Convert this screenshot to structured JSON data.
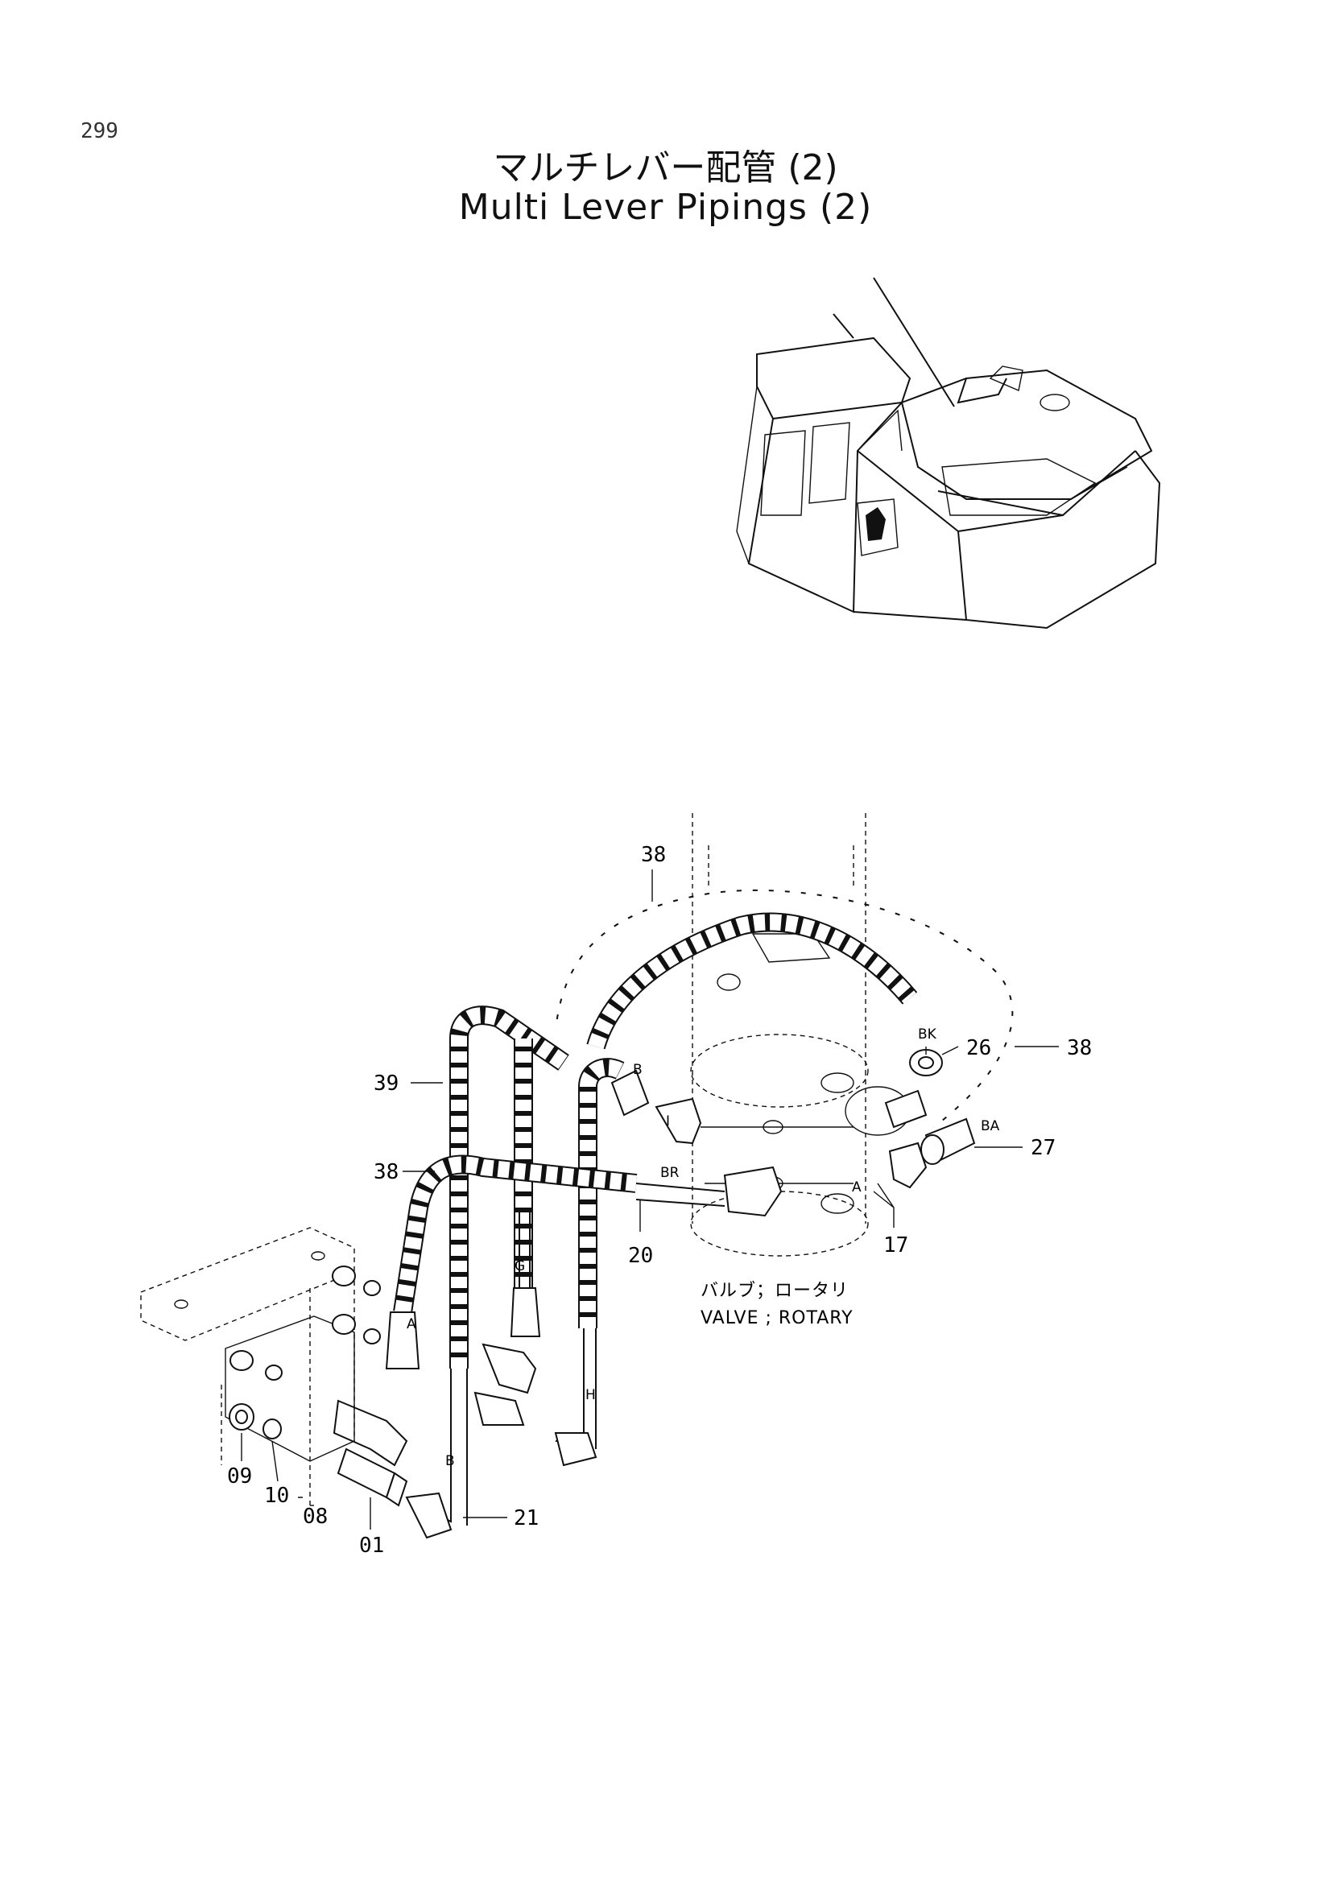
{
  "page_number": "299",
  "title_ja": "マルチレバー配管 (2)",
  "title_en": "Multi Lever Pipings (2)",
  "valve_label_ja": "バルブ；ロータリ",
  "valve_label_en": "VALVE ; ROTARY",
  "callouts": {
    "c38_top": "38",
    "c39": "39",
    "c38_left": "38",
    "c26": "26",
    "c38_right": "38",
    "c27": "27",
    "c20": "20",
    "c17": "17",
    "c09": "09",
    "c10": "10",
    "c08": "08",
    "c01": "01",
    "c21": "21"
  },
  "ports": {
    "p_b_top": "B",
    "p_bk": "BK",
    "p_ba": "BA",
    "p_br": "BR",
    "p_i": "I",
    "p_a_right": "A",
    "p_g": "G",
    "p_a_left": "A",
    "p_h": "H",
    "p_b_low": "B"
  }
}
